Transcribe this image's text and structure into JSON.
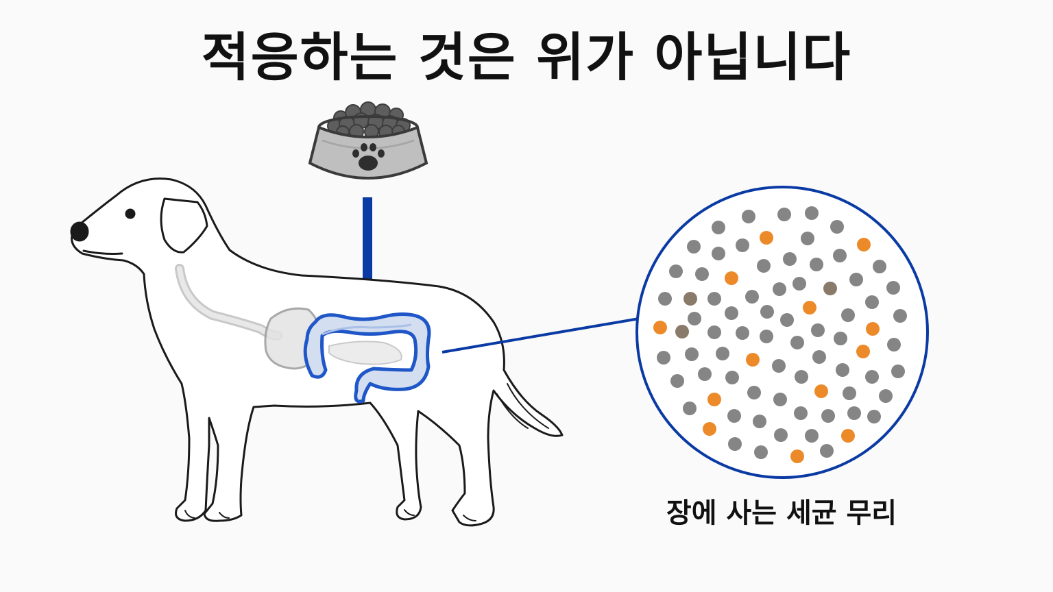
{
  "title": "적응하는 것은 위가 아닙니다",
  "caption": "장에 사는 세균 무리",
  "icons": {
    "food_bowl": "dog-food-bowl-icon",
    "paw": "paw-print-icon",
    "dog": "dog-outline-illustration",
    "intestine": "intestine-illustration",
    "arrow": "down-arrow",
    "magnifier": "magnified-bacteria-circle"
  },
  "colors": {
    "accent_blue": "#0a3aa3",
    "intestine_fill": "#d3dff0",
    "intestine_stroke": "#1f56c8",
    "bacteria_gray": "#858585",
    "bacteria_orange": "#ec8a2a",
    "bacteria_brown": "#8a7a6a",
    "kibble": "#5a5a5a",
    "bowl": "#bdbdbd"
  }
}
